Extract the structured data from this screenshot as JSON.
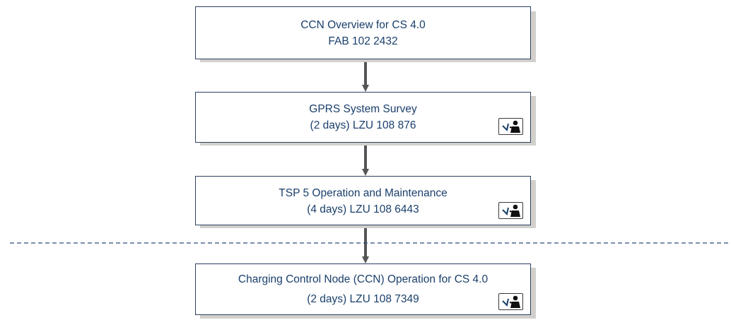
{
  "colors": {
    "text": "#1a3f6b",
    "border": "#2b4060",
    "shadow": "#d2d0cc",
    "connector": "#555555",
    "divider": "#2d4d7a"
  },
  "boxes": [
    {
      "id": "ccn-overview",
      "line1": "CCN Overview for CS 4.0",
      "line2": "FAB 102 2432",
      "icon": ""
    },
    {
      "id": "gprs-survey",
      "line1": "GPRS System Survey",
      "line2": "(2 days) LZU 108 876",
      "icon": "instructor-led-icon"
    },
    {
      "id": "tsp5-om",
      "line1": "TSP 5 Operation and Maintenance",
      "line2": "(4 days) LZU 108 6443",
      "icon": "instructor-led-icon"
    },
    {
      "id": "ccn-operation",
      "line1": "Charging Control Node (CCN) Operation for CS 4.0",
      "line2": "(2 days) LZU 108 7349",
      "icon": "instructor-led-icon"
    }
  ]
}
